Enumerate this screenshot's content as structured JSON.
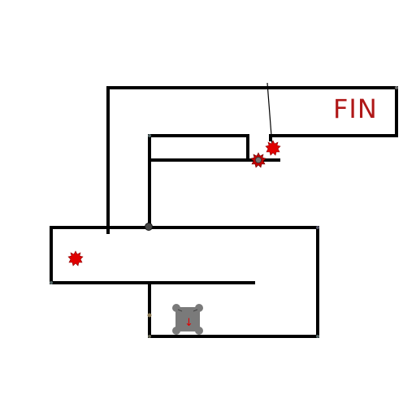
{
  "game": {
    "goal_label": "FIN",
    "player_arrow": "↓",
    "colors": {
      "background": "#ffffff",
      "wall": "#000000",
      "goal_text": "#b01818",
      "hazard": "#e00000",
      "hazard_dark": "#900000",
      "player_body": "#7a7a7a",
      "node": "#444444"
    },
    "hazard_icon": "spiked-star",
    "player_icon": "gray-robot"
  }
}
